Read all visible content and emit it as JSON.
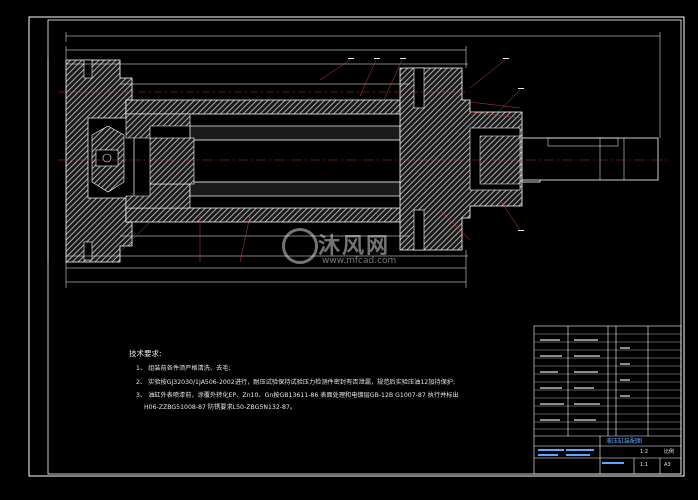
{
  "notes": {
    "title": "技术要求:",
    "items": [
      "1、 组装前各件须严格清洗、去毛;",
      "2、 实验按GJ32030/1JA506-2002进行，耐压试验保持试验压力检测件密封有否泄漏，规范后实验压油12加持保护;",
      "3、 油缸外表喷漆前，涂覆外转化EP、Zn10、Gn按GB13611-86 表面处理和电镀层GB-12B G1007-87 执行并标出",
      "H06-ZZBG51008-87 防锈要求L50-ZBG5N132-87。"
    ]
  },
  "title_block": {
    "drawing_title": "液压缸装配图",
    "small_cells": [
      "1:1",
      "A3",
      "1:2",
      "比例"
    ]
  },
  "watermark": {
    "brand": "沐风网",
    "url": "www.mfcad.com"
  },
  "colors": {
    "background": "#000000",
    "border": "#ffffff",
    "body_fill": "#b0b0b0",
    "leader": "#d23c3c",
    "centerline": "#c83232",
    "table_text": "#5fa8ff"
  }
}
